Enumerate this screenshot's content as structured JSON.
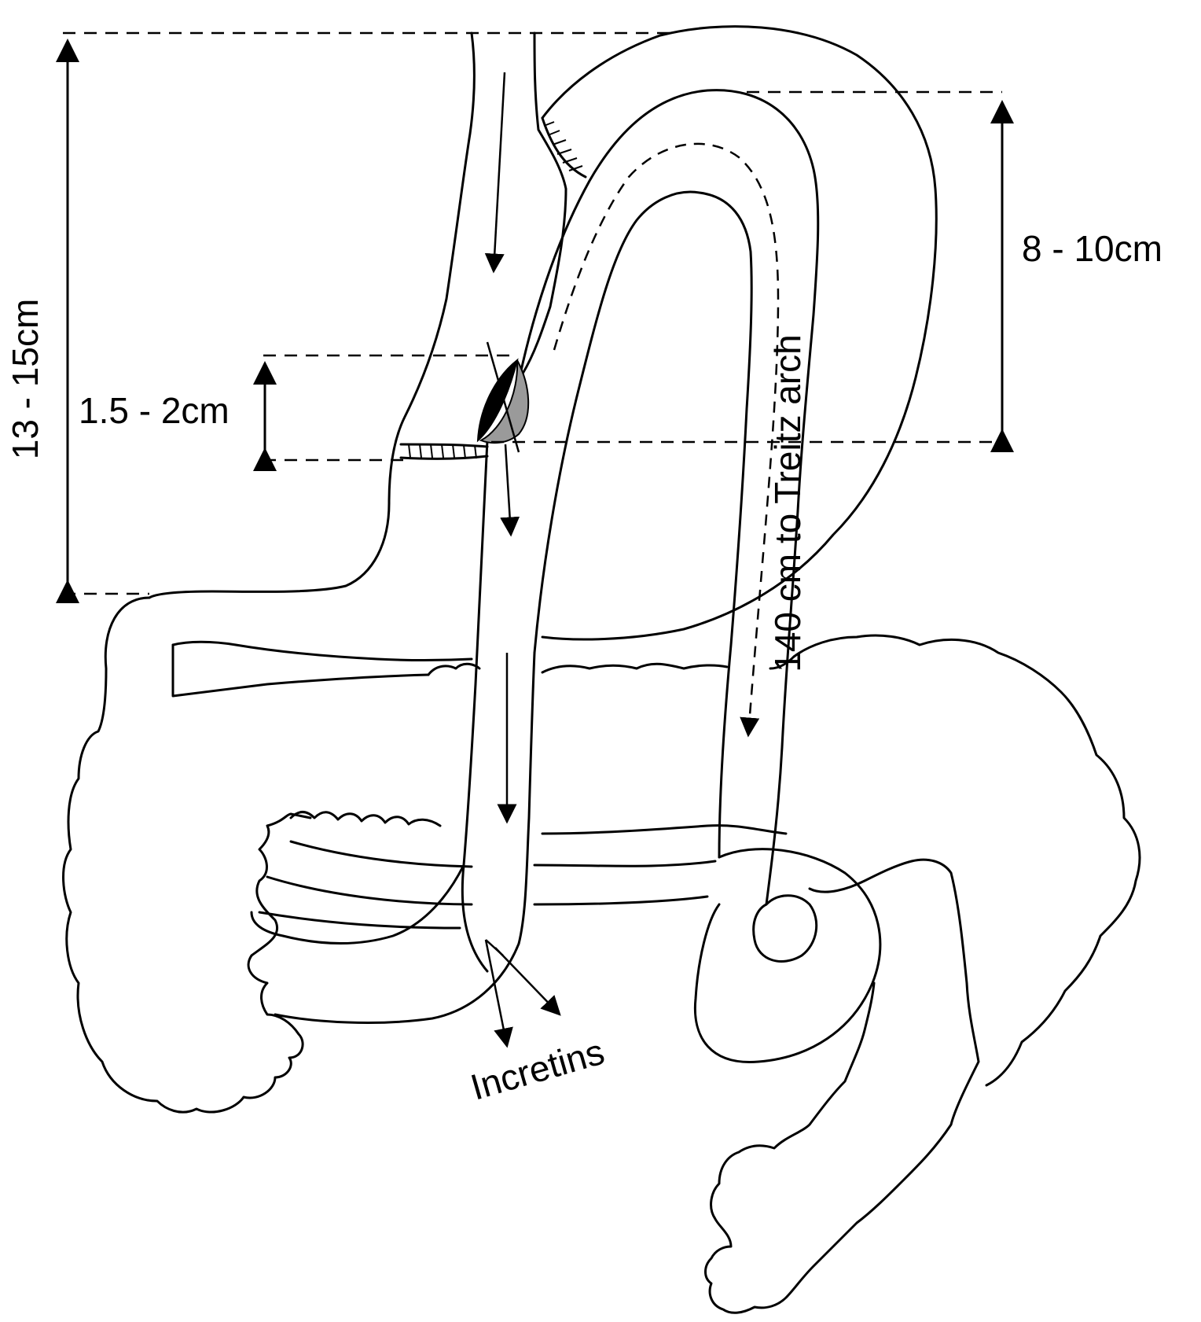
{
  "labels": {
    "total_length": "13 - 15cm",
    "pouch_length": "8 - 10cm",
    "anastomosis": "1.5 - 2cm",
    "limb": "140 cm to Treitz arch",
    "hormones": "Incretins"
  },
  "colors": {
    "line": "#000000",
    "background": "#ffffff",
    "fill_gray": "#9a9a9a"
  }
}
